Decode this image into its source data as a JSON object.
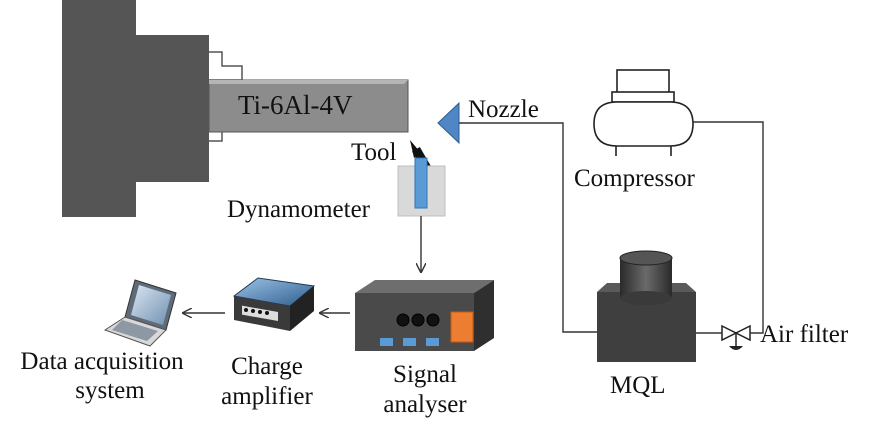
{
  "labels": {
    "workpiece": "Ti-6Al-4V",
    "tool": "Tool",
    "nozzle": "Nozzle",
    "dynamometer": "Dynamometer",
    "compressor": "Compressor",
    "air_filter": "Air filter",
    "mql": "MQL",
    "signal_analyser_line1": "Signal",
    "signal_analyser_line2": "analyser",
    "charge_amplifier_line1": "Charge",
    "charge_amplifier_line2": "amplifier",
    "daq_line1": "Data acquisition",
    "daq_line2": "system"
  },
  "icons": [
    "lathe-chuck-icon",
    "workpiece-bar-icon",
    "cutting-tool-icon",
    "nozzle-icon",
    "dynamometer-icon",
    "compressor-icon",
    "air-filter-valve-icon",
    "mql-unit-icon",
    "signal-analyser-icon",
    "charge-amplifier-icon",
    "laptop-icon"
  ],
  "colors": {
    "chuck": "#555555",
    "workpiece": "#8c8c8c",
    "nozzle": "#4f86c6",
    "dynamometer_body": "#d9d9d9",
    "dynamometer_sensor": "#5b9bd5",
    "mql_body": "#3f3f3f",
    "analyser_body": "#4a4a4a",
    "analyser_screen": "#ed7d31",
    "button_blue": "#5b9bd5",
    "line": "#333333"
  }
}
